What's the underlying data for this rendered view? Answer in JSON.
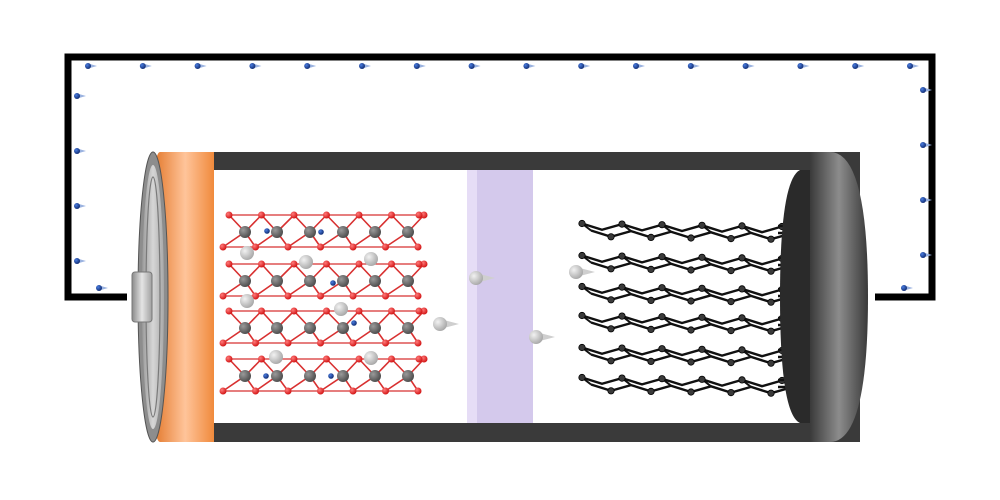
{
  "diagram": {
    "colors": {
      "background": "#ffffff",
      "circuit_wire": "#000000",
      "electron": "#1a3d8f",
      "cathode_cap": "#f08a3c",
      "cathode_cap_light": "#ffc49a",
      "terminal": "#b8b8b8",
      "battery_body": "#3a3a3a",
      "anode_cap": "#5a5a5a",
      "separator": "#d4c9ec",
      "separator_edge": "#e6ddf6",
      "oxygen": "#e8262a",
      "metal": "#6b6b6b",
      "lithium_ion": "#bdbdbd",
      "graphite": "#222222"
    },
    "components": {
      "external_circuit": "wire",
      "electrons": "electron",
      "cathode": "layered-oxide",
      "separator": "membrane",
      "anode": "graphite-layers",
      "ions": "lithium-ion"
    }
  }
}
